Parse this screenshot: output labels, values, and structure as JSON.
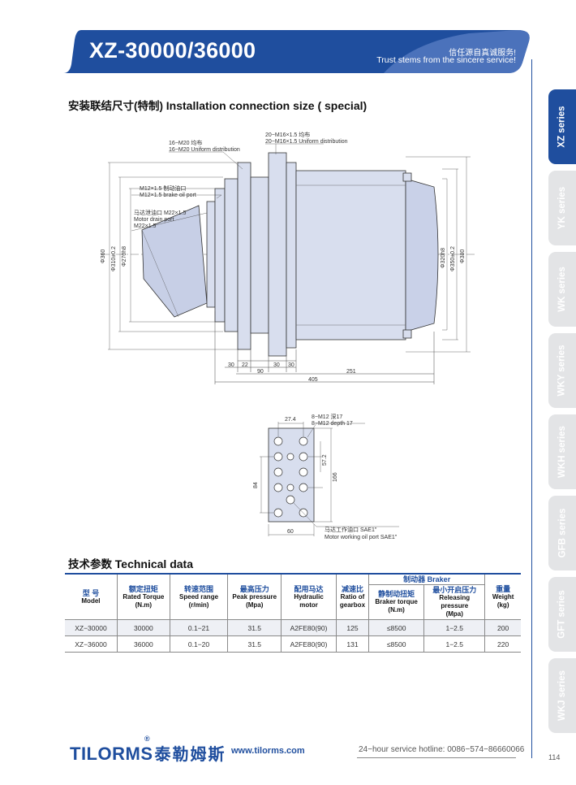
{
  "header": {
    "title": "XZ-30000/36000",
    "slogan_cn": "信任源自真诚服务!",
    "slogan_en": "Trust stems from the sincere service!"
  },
  "side_tabs": [
    "XZ series",
    "YK series",
    "WK series",
    "WKY series",
    "WKH series",
    "GFB series",
    "GFT series",
    "WKJ series"
  ],
  "install": {
    "title_cn": "安装联结尺寸(特制)",
    "title_en": "Installation connection size ( special)"
  },
  "drawing": {
    "note1_cn": "16−M20 均布",
    "note1_en": "16−M20 Uniform distribution",
    "note2_cn": "20−M16×1.5 均布",
    "note2_en": "20−M16×1.5 Uniform distribution",
    "note3_cn": "M12×1.5 制动油口",
    "note3_en": "M12×1.5 brake oil port",
    "note4_cn": "马达泄油口 M22×1.5",
    "note4_en1": "Motor drain port",
    "note4_en2": "M22×1.5",
    "dia_360": "Φ360",
    "dia_310": "Φ310±0.2",
    "dia_270": "Φ270h8",
    "dia_320": "Φ320h8",
    "dia_350": "Φ350±0.2",
    "dia_380": "Φ380",
    "dim_30a": "30",
    "dim_22": "22",
    "dim_30b": "30",
    "dim_30c": "30",
    "dim_90": "90",
    "dim_251": "251",
    "dim_405": "405"
  },
  "plate": {
    "dim_274": "27.4",
    "hole_cn": "8−M12 深17",
    "hole_en": "8−M12 depth 17",
    "dim_572": "57.2",
    "dim_84": "84",
    "dim_166": "166",
    "dim_60": "60",
    "port_cn": "马达工作油口 SAE1\"",
    "port_en": "Motor working oil port SAE1\""
  },
  "tech": {
    "title_cn": "技术参数",
    "title_en": "Technical data",
    "headers": {
      "model_cn": "型 号",
      "model_en": "Model",
      "torque_cn": "额定扭矩",
      "torque_en": "Rated Torque",
      "torque_unit": "(N.m)",
      "speed_cn": "转速范围",
      "speed_en": "Speed range",
      "speed_unit": "(r/min)",
      "pressure_cn": "最高压力",
      "pressure_en": "Peak pressure",
      "pressure_unit": "(Mpa)",
      "motor_cn": "配用马达",
      "motor_en": "Hydraulic",
      "motor_en2": "motor",
      "ratio_cn": "减速比",
      "ratio_en": "Ratio of",
      "ratio_en2": "gearbox",
      "braker": "制动器 Braker",
      "brake_torque_cn": "静制动扭矩",
      "brake_torque_en": "Braker torque",
      "brake_torque_unit": "(N.m)",
      "release_cn": "最小开启压力",
      "release_en": "Releasing pressure",
      "release_unit": "(Mpa)",
      "weight_cn": "重量",
      "weight_en": "Weight",
      "weight_unit": "(kg)"
    },
    "rows": [
      {
        "model": "XZ−30000",
        "torque": "30000",
        "speed": "0.1−21",
        "pressure": "31.5",
        "motor": "A2FE80(90)",
        "ratio": "125",
        "brake": "≤8500",
        "release": "1−2.5",
        "weight": "200"
      },
      {
        "model": "XZ−36000",
        "torque": "36000",
        "speed": "0.1−20",
        "pressure": "31.5",
        "motor": "A2FE80(90)",
        "ratio": "131",
        "brake": "≤8500",
        "release": "1−2.5",
        "weight": "220"
      }
    ]
  },
  "footer": {
    "brand": "TILORMS",
    "brand_cn": "泰勒姆斯",
    "reg": "®",
    "url": "www.tilorms.com",
    "hotline": "24−hour service hotline: 0086−574−86660066",
    "page": "114"
  },
  "colors": {
    "brand_blue": "#1f4e9e",
    "tab_gray": "#e3e4e6",
    "motor_fill": "#d8deee"
  }
}
